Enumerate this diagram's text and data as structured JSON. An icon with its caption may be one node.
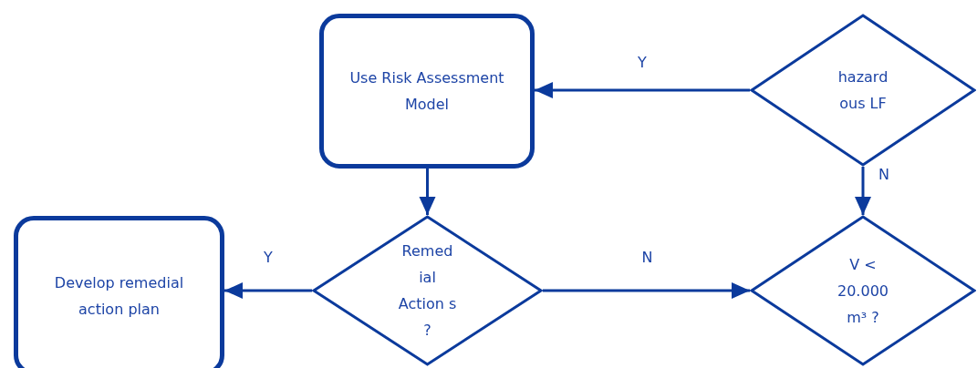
{
  "diagram": {
    "nodes": [
      {
        "text": [
          "Use Risk Assessment Model"
        ]
      },
      {
        "text": [
          "hazard ous LF"
        ]
      },
      {
        "text": [
          "Remed ial Action s ?"
        ]
      },
      {
        "text": [
          "V < 20.000 m³ ?"
        ]
      },
      {
        "text": [
          "Develop remedial action plan"
        ]
      }
    ],
    "edges": [
      {
        "from": 1,
        "to": 0,
        "arrow": "to",
        "label": "Y"
      },
      {
        "from": 0,
        "to": 2,
        "arrow": "to"
      },
      {
        "from": 1,
        "to": 3,
        "arrow": "to",
        "label": "N"
      },
      {
        "from": 2,
        "to": 4,
        "arrow": "to",
        "label": "Y"
      },
      {
        "from": 2,
        "to": 3,
        "arrow": "to",
        "label": "N"
      }
    ]
  }
}
